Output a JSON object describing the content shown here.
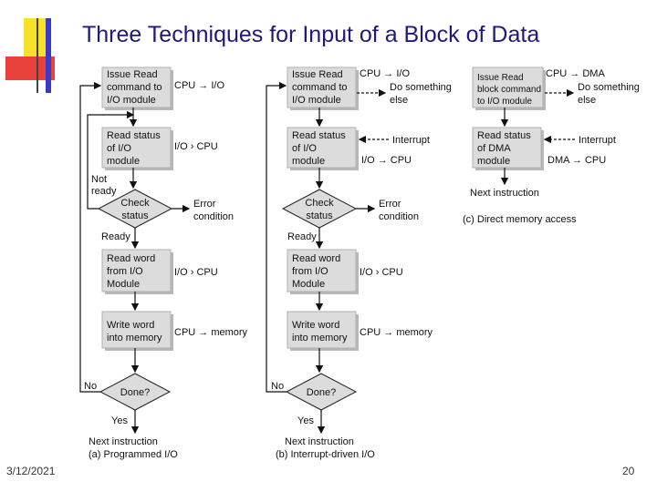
{
  "slide": {
    "title": "Three Techniques for Input of a Block of Data",
    "date": "3/12/2021",
    "page_number": "20",
    "colors": {
      "title": "#1f1a78",
      "deco_yellow": "#f7e22a",
      "deco_red": "#e8413a",
      "deco_blue": "#3a3ac8"
    }
  },
  "diagram": {
    "a": {
      "box_issue": [
        "Issue Read",
        "command to",
        "I/O module"
      ],
      "label_issue": "CPU → I/O",
      "box_status": [
        "Read status",
        "of I/O",
        "module"
      ],
      "label_status": "I/O    › CPU",
      "not_ready": [
        "Not",
        "ready"
      ],
      "check": [
        "Check",
        "status"
      ],
      "error": [
        "Error",
        "condition"
      ],
      "ready": "Ready",
      "box_read": [
        "Read word",
        "from I/O",
        "Module"
      ],
      "label_read": "I/O    › CPU",
      "box_write": [
        "Write word",
        "into memory"
      ],
      "label_write": "CPU → memory",
      "no": "No",
      "done": "Done?",
      "yes": "Yes",
      "next": "Next instruction",
      "caption": "(a) Programmed I/O"
    },
    "b": {
      "box_issue": [
        "Issue Read",
        "command to",
        "I/O module"
      ],
      "label_issue": "CPU → I/O",
      "do_something": [
        "Do something",
        "else"
      ],
      "box_status": [
        "Read status",
        "of I/O",
        "module"
      ],
      "interrupt": "Interrupt",
      "label_status": "I/O → CPU",
      "check": [
        "Check",
        "status"
      ],
      "error": [
        "Error",
        "condition"
      ],
      "ready": "Ready",
      "box_read": [
        "Read word",
        "from I/O",
        "Module"
      ],
      "label_read": "I/O    › CPU",
      "box_write": [
        "Write word",
        "into memory"
      ],
      "label_write": "CPU → memory",
      "no": "No",
      "done": "Done?",
      "yes": "Yes",
      "next": "Next instruction",
      "caption": "(b) Interrupt-driven I/O"
    },
    "c": {
      "box_issue": [
        "Issue Read",
        "block command",
        "to I/O module"
      ],
      "label_issue": "CPU → DMA",
      "do_something": [
        "Do something",
        "else"
      ],
      "box_status": [
        "Read status",
        "of DMA",
        "module"
      ],
      "interrupt": "Interrupt",
      "label_status": "DMA → CPU",
      "next": "Next instruction",
      "caption": "(c) Direct memory access"
    }
  }
}
